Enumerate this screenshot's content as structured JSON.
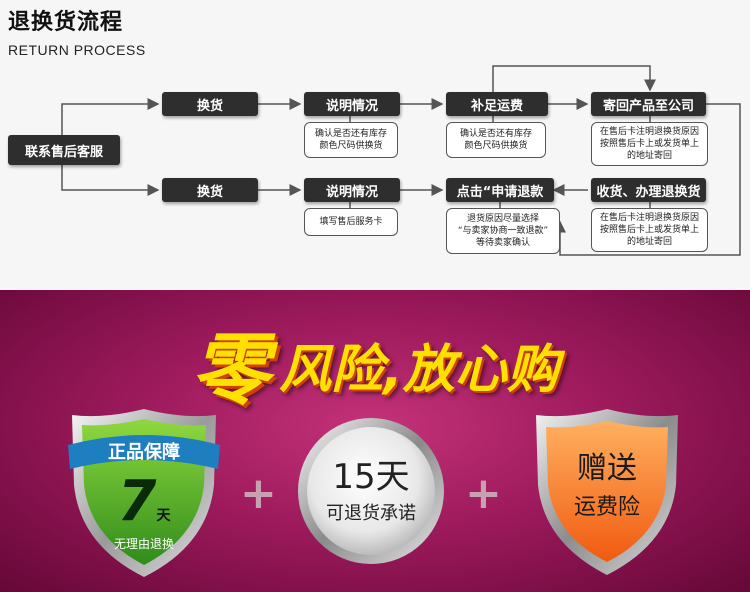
{
  "header": {
    "title": "退换货流程",
    "subtitle": "RETURN PROCESS"
  },
  "flow": {
    "start": "联系售后客服",
    "row1": {
      "step1": "换货",
      "step2": "说明情况",
      "step2_note": [
        "确认是否还有库存",
        "颜色尺码供换货"
      ],
      "step3": "补足运费",
      "step3_note": [
        "确认是否还有库存",
        "颜色尺码供换货"
      ],
      "step4": "寄回产品至公司",
      "step4_note": [
        "在售后卡注明退换货原因",
        "按照售后卡上或发货单上",
        "的地址寄回"
      ]
    },
    "row2": {
      "step1": "换货",
      "step2": "说明情况",
      "step2_note": [
        "填写售后服务卡"
      ],
      "step3": "点击“申请退款",
      "step3_note": [
        "退货原因尽量选择",
        "“与卖家协商一致退款”",
        "等待卖家确认"
      ],
      "step4": "收货、办理退换货",
      "step4_note": [
        "在售后卡注明退换货原因",
        "按照售后卡上或发货单上",
        "的地址寄回"
      ]
    }
  },
  "banner": {
    "slogan_big": "零",
    "slogan_rest": "风险,放心购",
    "badge1": {
      "top": "正品保障",
      "number": "7",
      "unit": "天",
      "bottom": "无理由退换"
    },
    "badge2": {
      "top": "15天",
      "bottom": "可退货承诺"
    },
    "badge3": {
      "top": "赠送",
      "bottom": "运费险"
    },
    "plus": "+",
    "colors": {
      "background": "#9d1a5c",
      "slogan": "#ffe000",
      "badge1": "#4caf2a",
      "badge3": "#ff6a1a"
    }
  }
}
